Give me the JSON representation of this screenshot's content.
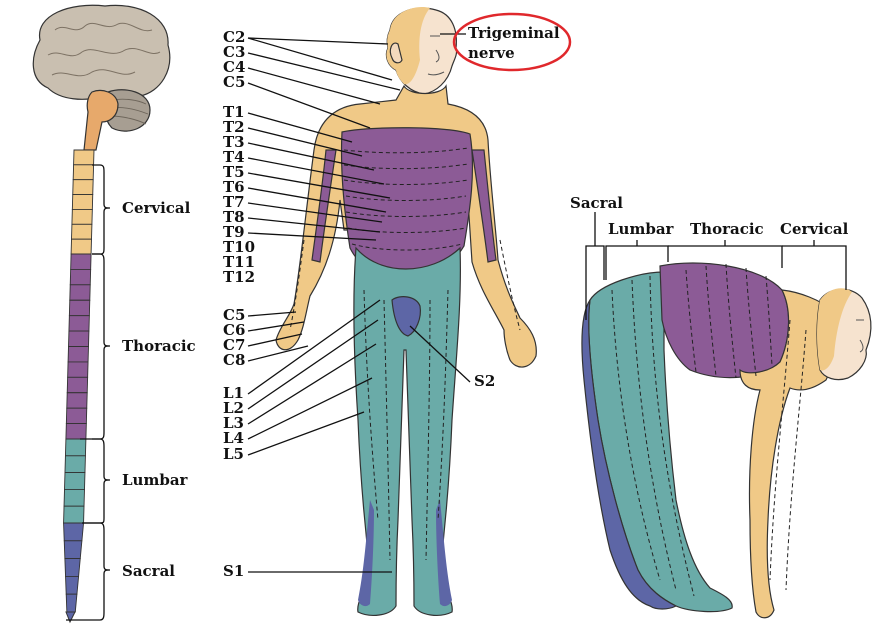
{
  "colors": {
    "cervical": "#f0c987",
    "thoracic": "#8c5b96",
    "lumbar": "#6aaba8",
    "sacral": "#5d66a6",
    "skin": "#f6e3cf",
    "brain": "#c9bfb0",
    "highlight_ring": "#e0282c"
  },
  "spine_regions": {
    "cervical": "Cervical",
    "thoracic": "Thoracic",
    "lumbar": "Lumbar",
    "sacral": "Sacral"
  },
  "front_labels": {
    "cervical": [
      "C2",
      "C3",
      "C4",
      "C5"
    ],
    "thoracic": [
      "T1",
      "T2",
      "T3",
      "T4",
      "T5",
      "T6",
      "T7",
      "T8",
      "T9",
      "T10",
      "T11",
      "T12"
    ],
    "arm": [
      "C5",
      "C6",
      "C7",
      "C8"
    ],
    "lumbar": [
      "L1",
      "L2",
      "L3",
      "L4",
      "L5"
    ],
    "s1": "S1",
    "s2": "S2"
  },
  "trigeminal": {
    "line1": "Trigeminal",
    "line2": "nerve"
  },
  "bent_labels": {
    "sacral": "Sacral",
    "lumbar": "Lumbar",
    "thoracic": "Thoracic",
    "cervical": "Cervical"
  }
}
